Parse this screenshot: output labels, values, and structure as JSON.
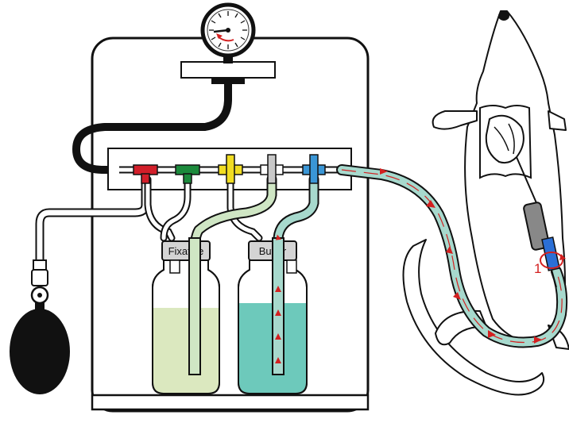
{
  "labels": {
    "fixative": "Fixative",
    "buffer": "Buffer",
    "step_number": "1"
  },
  "colors": {
    "fixative_liquid": "#dbe8bf",
    "buffer_liquid": "#6dc9bb",
    "tube_fill": "#a7d9cd",
    "flow_arrow": "#d32020",
    "valve_red": "#d21f2a",
    "valve_green": "#1c8a3c",
    "valve_yellow": "#f1dd22",
    "valve_gray": "#c8c8c8",
    "valve_blue": "#3a96d6",
    "needle_blue": "#2b6fd6"
  },
  "icons": {
    "gauge": "pressure-gauge-icon",
    "bulb": "pump-bulb-icon",
    "rotate": "rotate-arrow-icon"
  }
}
